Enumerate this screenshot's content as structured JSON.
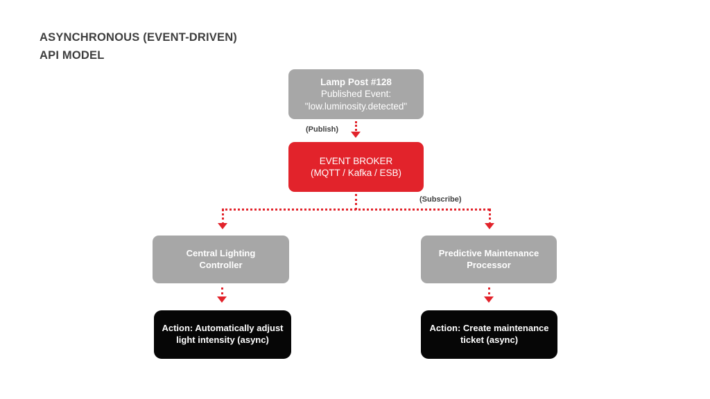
{
  "title": {
    "line1": "ASYNCHRONOUS (EVENT-DRIVEN)",
    "line2": "API MODEL"
  },
  "colors": {
    "accent_red": "#e2232b",
    "node_gray": "#a7a7a7",
    "node_black": "#060606",
    "title_text": "#3e3e3e",
    "background": "#ffffff"
  },
  "nodes": {
    "source": {
      "line1": "Lamp Post #128",
      "line2": "Published Event:",
      "line3": "\"low.luminosity.detected\"",
      "fill": "#a7a7a7"
    },
    "broker": {
      "line1": "EVENT BROKER",
      "line2": "(MQTT / Kafka / ESB)",
      "fill": "#e2232b"
    },
    "consumer_left": {
      "line1": "Central Lighting",
      "line2": "Controller",
      "fill": "#a7a7a7"
    },
    "consumer_right": {
      "line1": "Predictive Maintenance",
      "line2": "Processor",
      "fill": "#a7a7a7"
    },
    "action_left": {
      "line1": "Action: Automatically adjust",
      "line2": "light intensity (async)",
      "fill": "#060606"
    },
    "action_right": {
      "line1": "Action: Create maintenance",
      "line2": "ticket (async)",
      "fill": "#060606"
    }
  },
  "edges": {
    "publish_label": "(Publish)",
    "subscribe_label": "(Subscribe)"
  }
}
